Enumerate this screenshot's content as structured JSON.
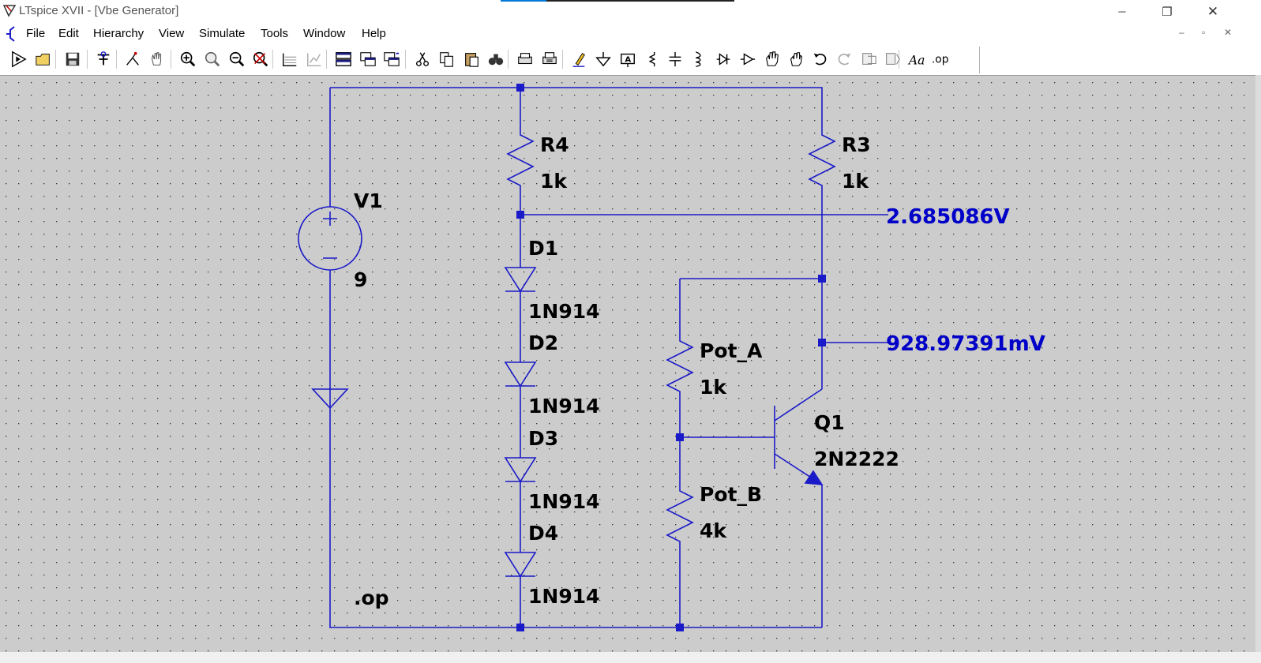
{
  "window": {
    "title": "LTspice XVII - [Vbe Generator]",
    "controls": {
      "minimize": "─",
      "restore": "❐",
      "close": "✕"
    }
  },
  "menubar": {
    "items": [
      {
        "label": "File"
      },
      {
        "label": "Edit"
      },
      {
        "label": "Hierarchy"
      },
      {
        "label": "View"
      },
      {
        "label": "Simulate"
      },
      {
        "label": "Tools"
      },
      {
        "label": "Window"
      },
      {
        "label": "Help"
      }
    ],
    "mdi_controls": {
      "minimize": "–",
      "restore": "▫",
      "close": "✕"
    }
  },
  "toolbar": {
    "tools": [
      {
        "icon": "run-icon"
      },
      {
        "icon": "open-icon"
      },
      {
        "icon": "save-icon"
      },
      {
        "icon": "control-panel-icon"
      },
      {
        "icon": "halt-icon"
      },
      {
        "icon": "pan-icon"
      },
      {
        "icon": "zoom-in-icon"
      },
      {
        "icon": "zoom-fit-icon"
      },
      {
        "icon": "zoom-out-icon"
      },
      {
        "icon": "zoom-cancel-icon"
      },
      {
        "icon": "plot-settings-icon"
      },
      {
        "icon": "autorange-icon"
      },
      {
        "icon": "tile-vertical-icon"
      },
      {
        "icon": "cascade-icon"
      },
      {
        "icon": "tile-horizontal-icon"
      },
      {
        "icon": "cut-icon"
      },
      {
        "icon": "copy-icon"
      },
      {
        "icon": "paste-icon"
      },
      {
        "icon": "find-icon"
      },
      {
        "icon": "print-icon"
      },
      {
        "icon": "print-setup-icon"
      },
      {
        "icon": "draw-wire-icon"
      },
      {
        "icon": "ground-icon"
      },
      {
        "icon": "label-net-icon"
      },
      {
        "icon": "resistor-icon"
      },
      {
        "icon": "capacitor-icon"
      },
      {
        "icon": "inductor-icon"
      },
      {
        "icon": "diode-icon"
      },
      {
        "icon": "component-icon"
      },
      {
        "icon": "move-icon"
      },
      {
        "icon": "drag-icon"
      },
      {
        "icon": "undo-icon"
      },
      {
        "icon": "redo-icon"
      },
      {
        "icon": "rotate-icon"
      },
      {
        "icon": "mirror-icon"
      },
      {
        "icon": "text-icon"
      },
      {
        "icon": "spice-directive-icon"
      }
    ]
  },
  "schematic": {
    "colors": {
      "wire": "#1a1ac8",
      "symbol": "#1a1ac8",
      "label": "#000000",
      "voltage": "#0000c8",
      "canvas": "#cccccc",
      "grid": "#333333"
    },
    "components": [
      {
        "id": "V1",
        "name": "V1",
        "value": "9",
        "type": "voltage-source"
      },
      {
        "id": "R4",
        "name": "R4",
        "value": "1k",
        "type": "resistor"
      },
      {
        "id": "R3",
        "name": "R3",
        "value": "1k",
        "type": "resistor"
      },
      {
        "id": "D1",
        "name": "D1",
        "value": "1N914",
        "type": "diode"
      },
      {
        "id": "D2",
        "name": "D2",
        "value": "1N914",
        "type": "diode"
      },
      {
        "id": "D3",
        "name": "D3",
        "value": "1N914",
        "type": "diode"
      },
      {
        "id": "D4",
        "name": "D4",
        "value": "1N914",
        "type": "diode"
      },
      {
        "id": "PotA",
        "name": "Pot_A",
        "value": "1k",
        "type": "resistor"
      },
      {
        "id": "PotB",
        "name": "Pot_B",
        "value": "4k",
        "type": "resistor"
      },
      {
        "id": "Q1",
        "name": "Q1",
        "value": "2N2222",
        "type": "npn-transistor"
      }
    ],
    "directive": ".op",
    "probes": [
      {
        "node": "diode-stack-top",
        "value": "2.685086V"
      },
      {
        "node": "q1-collector",
        "value": "928.97391mV"
      }
    ]
  }
}
